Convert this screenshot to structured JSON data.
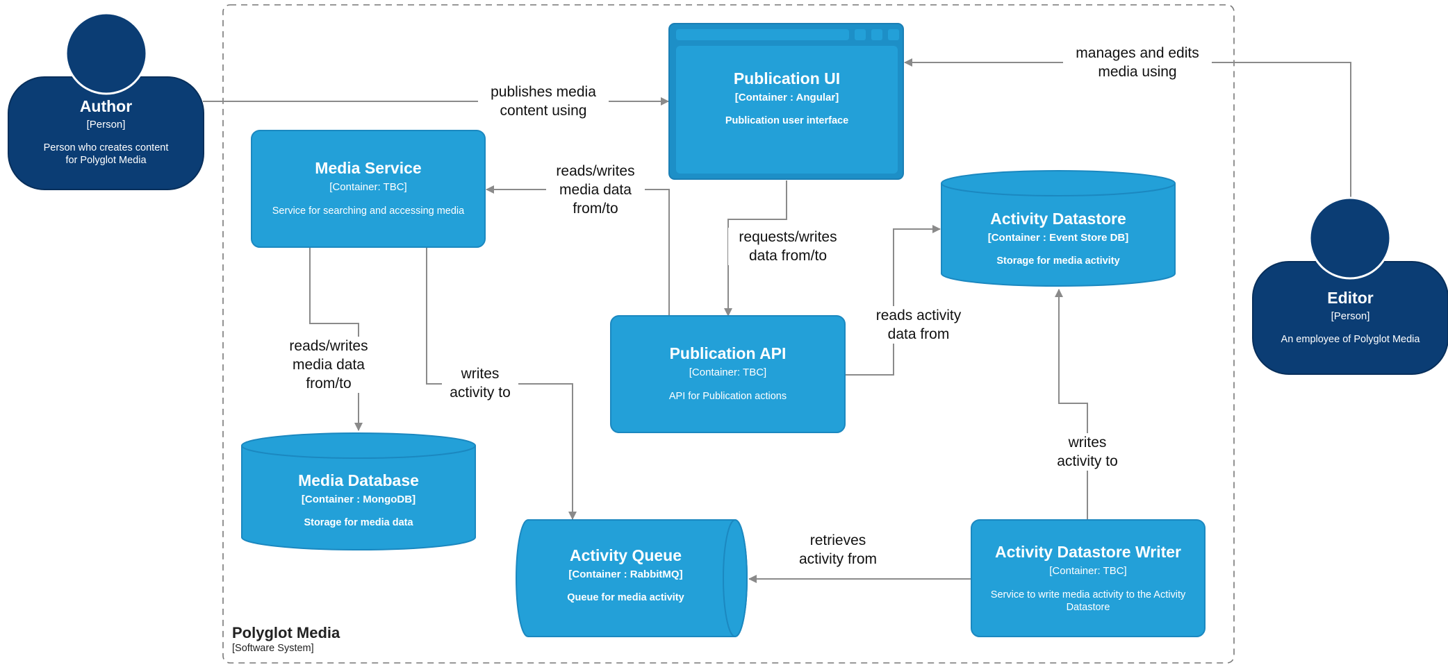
{
  "boundary": {
    "name": "Polyglot Media",
    "type": "[Software System]"
  },
  "persons": {
    "author": {
      "name": "Author",
      "type": "[Person]",
      "description": "Person who creates content for Polyglot Media",
      "desc_lines": [
        "Person who creates content",
        "for Polyglot Media"
      ]
    },
    "editor": {
      "name": "Editor",
      "type": "[Person]",
      "description": "An employee of Polyglot Media"
    }
  },
  "containers": {
    "publication_ui": {
      "name": "Publication UI",
      "tech": "[Container : Angular]",
      "description": "Publication user interface"
    },
    "media_service": {
      "name": "Media Service",
      "tech": "[Container: TBC]",
      "description": "Service for searching and accessing media"
    },
    "publication_api": {
      "name": "Publication API",
      "tech": "[Container: TBC]",
      "description": "API for Publication actions"
    },
    "activity_datastore": {
      "name": "Activity Datastore",
      "tech": "[Container : Event Store DB]",
      "description": "Storage for media activity"
    },
    "media_database": {
      "name": "Media Database",
      "tech": "[Container : MongoDB]",
      "description": "Storage for media data"
    },
    "activity_queue": {
      "name": "Activity Queue",
      "tech": "[Container : RabbitMQ]",
      "description": "Queue for media activity"
    },
    "activity_datastore_writer": {
      "name": "Activity Datastore Writer",
      "tech": "[Container: TBC]",
      "description": "Service to write media activity to the Activity Datastore",
      "desc_lines": [
        "Service to write media activity to the Activity",
        "Datastore"
      ]
    }
  },
  "relationships": {
    "author_publishes": {
      "label": "publishes media content using",
      "lines": [
        "publishes media",
        "content using"
      ]
    },
    "editor_manages": {
      "label": "manages and edits media using",
      "lines": [
        "manages and edits",
        "media using"
      ]
    },
    "api_media_service": {
      "label": "reads/writes media data from/to",
      "lines": [
        "reads/writes",
        "media data",
        "from/to"
      ]
    },
    "ui_api": {
      "label": "requests/writes data from/to",
      "lines": [
        "requests/writes",
        "data from/to"
      ]
    },
    "api_datastore": {
      "label": "reads activity data from",
      "lines": [
        "reads activity",
        "data from"
      ]
    },
    "media_service_db": {
      "label": "reads/writes media data from/to",
      "lines": [
        "reads/writes",
        "media data",
        "from/to"
      ]
    },
    "media_service_queue": {
      "label": "writes activity to",
      "lines": [
        "writes",
        "activity to"
      ]
    },
    "writer_datastore": {
      "label": "writes activity to",
      "lines": [
        "writes",
        "activity to"
      ]
    },
    "writer_queue": {
      "label": "retrieves activity from",
      "lines": [
        "retrieves",
        "activity from"
      ]
    }
  },
  "colors": {
    "person": "#0b3d74",
    "container": "#23a0d8",
    "container_border": "#1b88c0",
    "container_dark": "#1d8fc7",
    "arrow": "#8a8a8a",
    "boundary": "#777777"
  }
}
